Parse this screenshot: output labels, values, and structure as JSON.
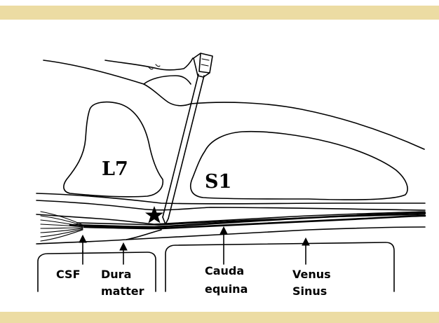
{
  "colors": {
    "band": "#ecdca3",
    "line": "#000000",
    "background": "#ffffff"
  },
  "vertebrae": {
    "l7": "L7",
    "s1": "S1"
  },
  "labels": {
    "csf": "CSF",
    "dura_line1": "Dura",
    "dura_line2": "matter",
    "cauda_line1": "Cauda",
    "cauda_line2": "equina",
    "venus_line1": "Venus",
    "venus_line2": "Sinus"
  },
  "marker": {
    "icon": "star-icon"
  }
}
